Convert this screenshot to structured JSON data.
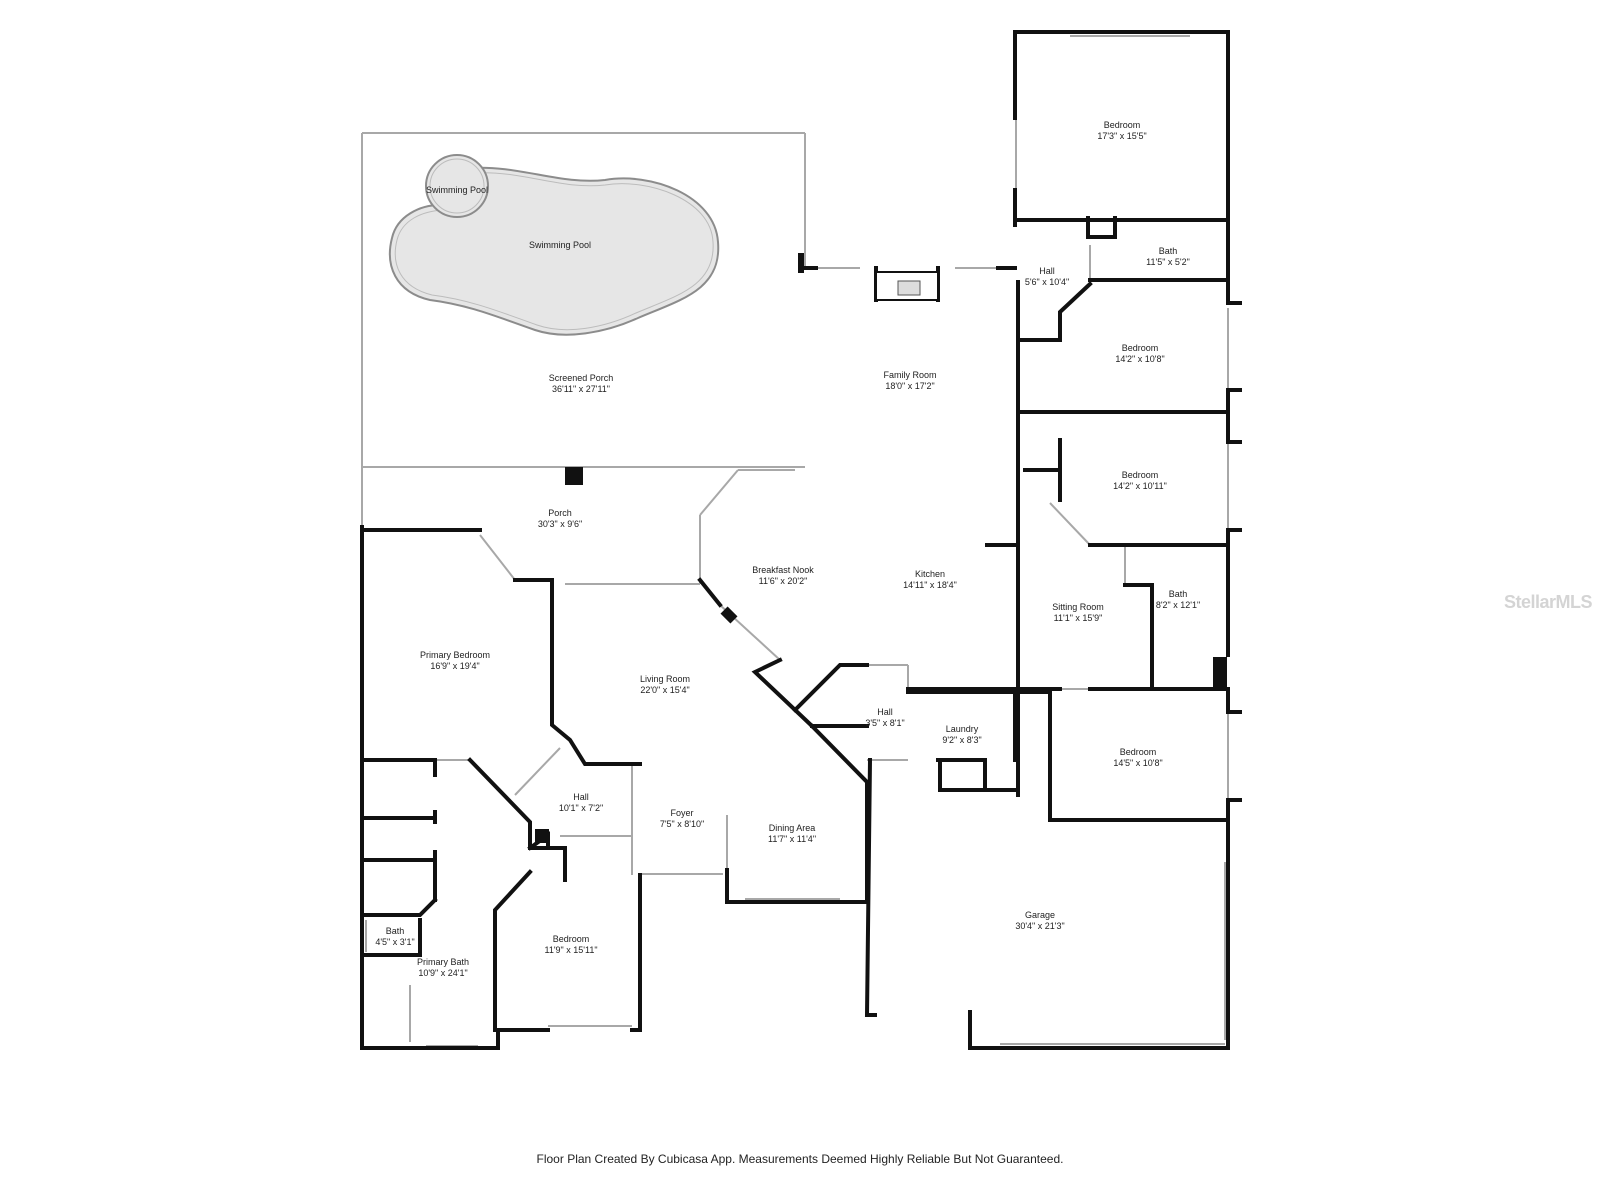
{
  "plan": {
    "rooms": [
      {
        "id": "bedroom-ne",
        "name": "Bedroom",
        "dims": "17'3\" x 15'5\""
      },
      {
        "id": "swimming-pool-spa",
        "name": "Swimming Pool",
        "dims": ""
      },
      {
        "id": "swimming-pool",
        "name": "Swimming Pool",
        "dims": ""
      },
      {
        "id": "bath-upper",
        "name": "Bath",
        "dims": "11'5\" x 5'2\""
      },
      {
        "id": "hall-upper",
        "name": "Hall",
        "dims": "5'6\" x 10'4\""
      },
      {
        "id": "bedroom-2",
        "name": "Bedroom",
        "dims": "14'2\" x 10'8\""
      },
      {
        "id": "screened-porch",
        "name": "Screened Porch",
        "dims": "36'11\" x 27'11\""
      },
      {
        "id": "family-room",
        "name": "Family Room",
        "dims": "18'0\" x 17'2\""
      },
      {
        "id": "bedroom-3",
        "name": "Bedroom",
        "dims": "14'2\" x 10'11\""
      },
      {
        "id": "porch",
        "name": "Porch",
        "dims": "30'3\" x 9'6\""
      },
      {
        "id": "breakfast-nook",
        "name": "Breakfast Nook",
        "dims": "11'6\" x 20'2\""
      },
      {
        "id": "kitchen",
        "name": "Kitchen",
        "dims": "14'11\" x 18'4\""
      },
      {
        "id": "bath-mid",
        "name": "Bath",
        "dims": "8'2\" x 12'1\""
      },
      {
        "id": "sitting-room",
        "name": "Sitting Room",
        "dims": "11'1\" x 15'9\""
      },
      {
        "id": "primary-bedroom",
        "name": "Primary Bedroom",
        "dims": "16'9\" x 19'4\""
      },
      {
        "id": "living-room",
        "name": "Living Room",
        "dims": "22'0\" x 15'4\""
      },
      {
        "id": "hall-center",
        "name": "Hall",
        "dims": "3'5\" x 8'1\""
      },
      {
        "id": "laundry",
        "name": "Laundry",
        "dims": "9'2\" x 8'3\""
      },
      {
        "id": "bedroom-4",
        "name": "Bedroom",
        "dims": "14'5\" x 10'8\""
      },
      {
        "id": "hall-lower",
        "name": "Hall",
        "dims": "10'1\" x 7'2\""
      },
      {
        "id": "foyer",
        "name": "Foyer",
        "dims": "7'5\" x 8'10\""
      },
      {
        "id": "dining-area",
        "name": "Dining Area",
        "dims": "11'7\" x 11'4\""
      },
      {
        "id": "garage",
        "name": "Garage",
        "dims": "30'4\" x 21'3\""
      },
      {
        "id": "bath-small",
        "name": "Bath",
        "dims": "4'5\" x 3'1\""
      },
      {
        "id": "bedroom-5",
        "name": "Bedroom",
        "dims": "11'9\" x 15'11\""
      },
      {
        "id": "primary-bath",
        "name": "Primary Bath",
        "dims": "10'9\" x 24'1\""
      }
    ]
  },
  "watermark": "StellarMLS",
  "footer": "Floor Plan Created By Cubicasa App. Measurements Deemed Highly Reliable But Not Guaranteed.",
  "colors": {
    "wall": "#111111",
    "pool_fill": "#e6e6e6",
    "pool_edge": "#8c8c8c",
    "window": "#a8a8a8",
    "watermark": "#d4d4d4"
  }
}
